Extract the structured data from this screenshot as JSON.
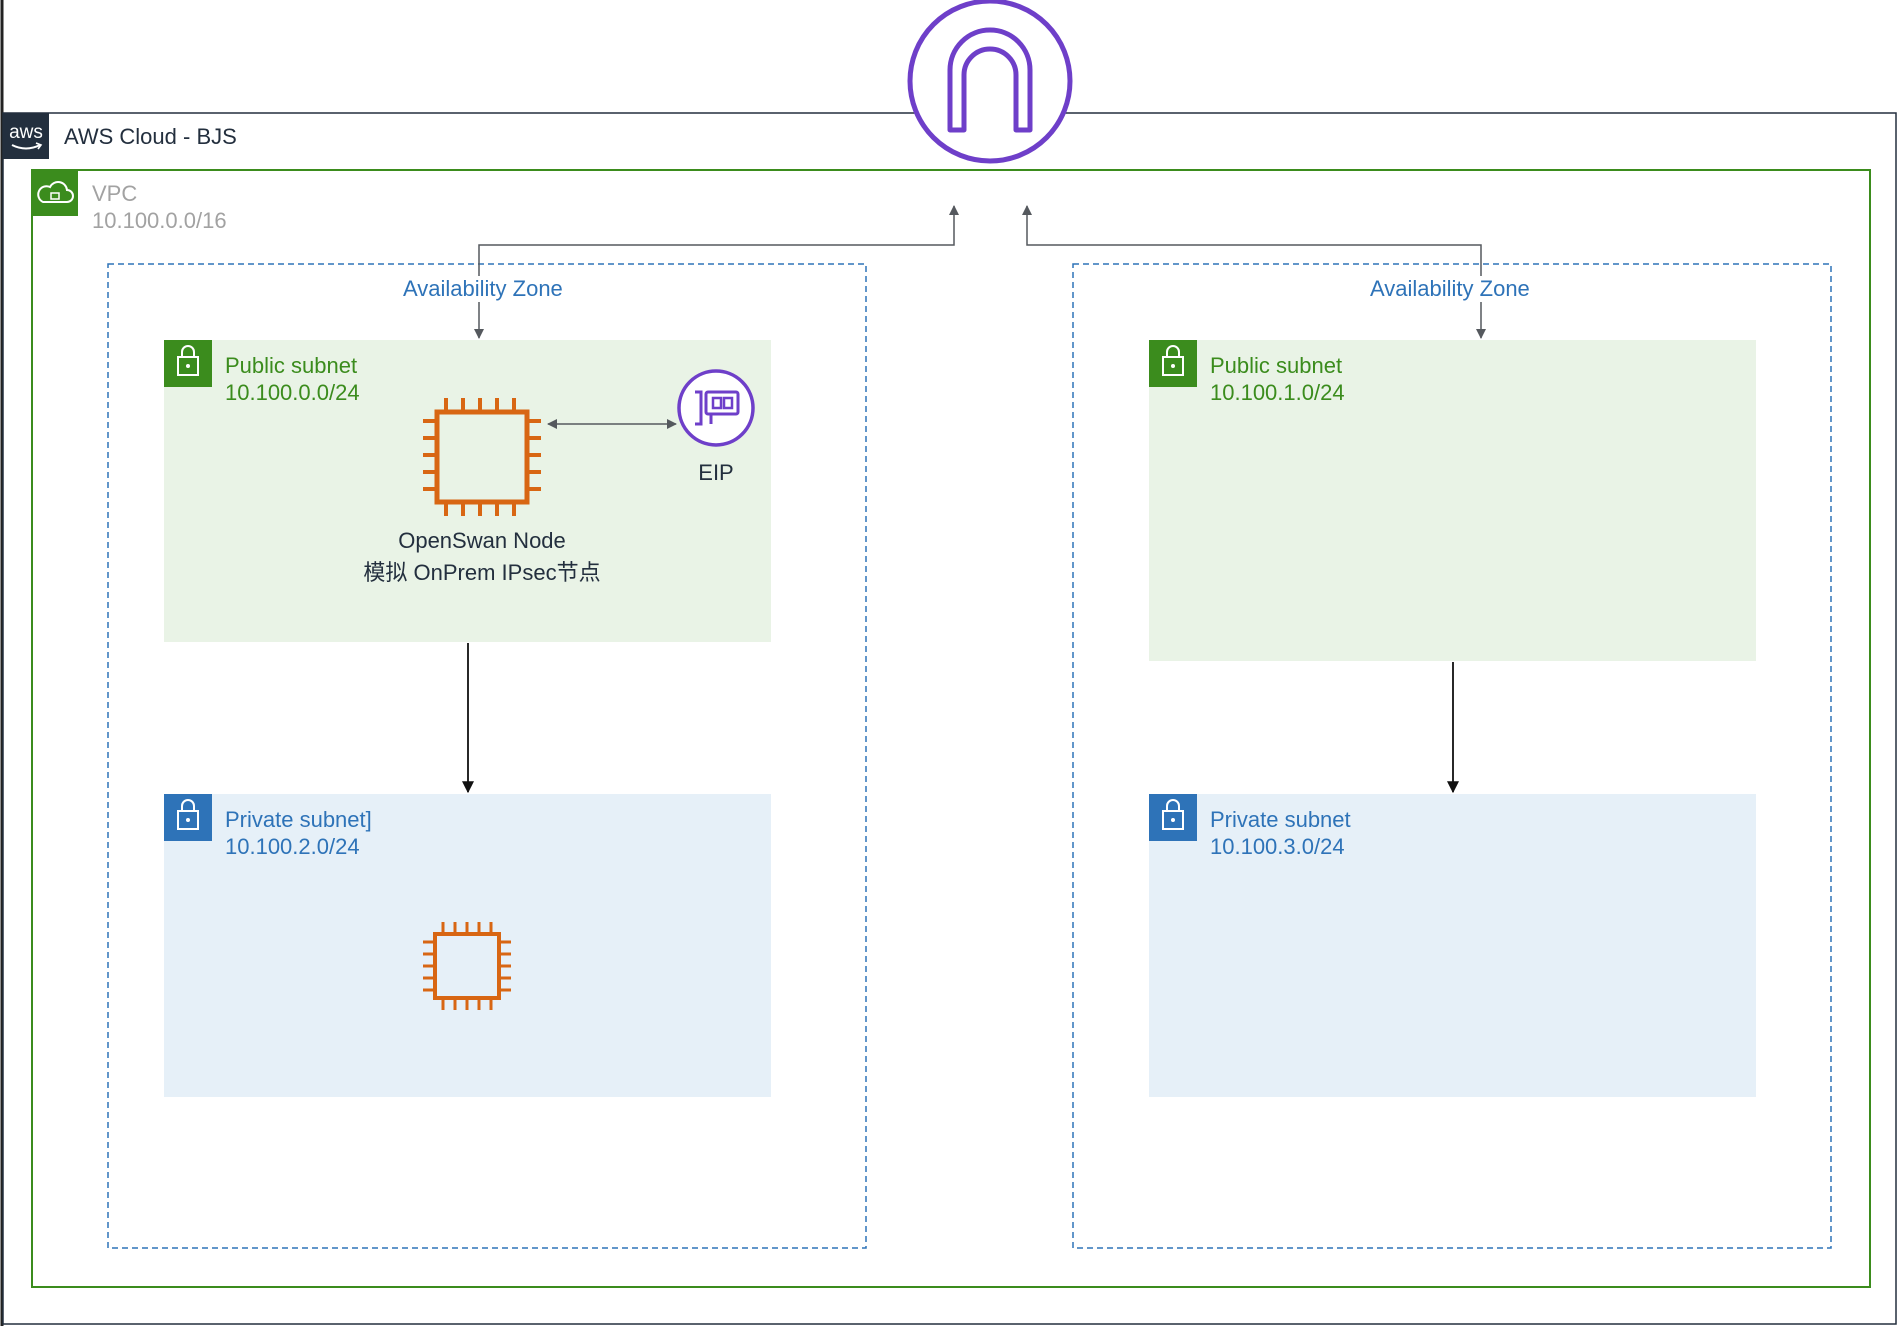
{
  "cloud": {
    "label": "AWS Cloud - BJS",
    "badge": "aws"
  },
  "vpc": {
    "label": "VPC",
    "cidr": "10.100.0.0/16"
  },
  "zones": [
    {
      "label": "Availability Zone"
    },
    {
      "label": "Availability Zone"
    }
  ],
  "subnets": {
    "public_a": {
      "label": "Public subnet",
      "cidr": "10.100.0.0/24"
    },
    "public_b": {
      "label": "Public subnet",
      "cidr": "10.100.1.0/24"
    },
    "private_a": {
      "label": "Private subnet]",
      "cidr": "10.100.2.0/24"
    },
    "private_b": {
      "label": "Private subnet",
      "cidr": "10.100.3.0/24"
    }
  },
  "nodes": {
    "openswan": {
      "line1": "OpenSwan Node",
      "line2": "模拟 OnPrem IPsec节点"
    },
    "eip": {
      "label": "EIP"
    }
  },
  "colors": {
    "gateway": "#6e3fc9",
    "compute": "#d86613",
    "public_fill": "#e9f3e6",
    "private_fill": "#e6f0f8",
    "vpc_border": "#3b8c1d",
    "zone_border": "#2e73b8"
  },
  "icons": [
    "aws-logo-icon",
    "vpc-cloud-icon",
    "lock-icon",
    "chip-icon",
    "network-interface-icon",
    "gateway-arch-icon"
  ]
}
